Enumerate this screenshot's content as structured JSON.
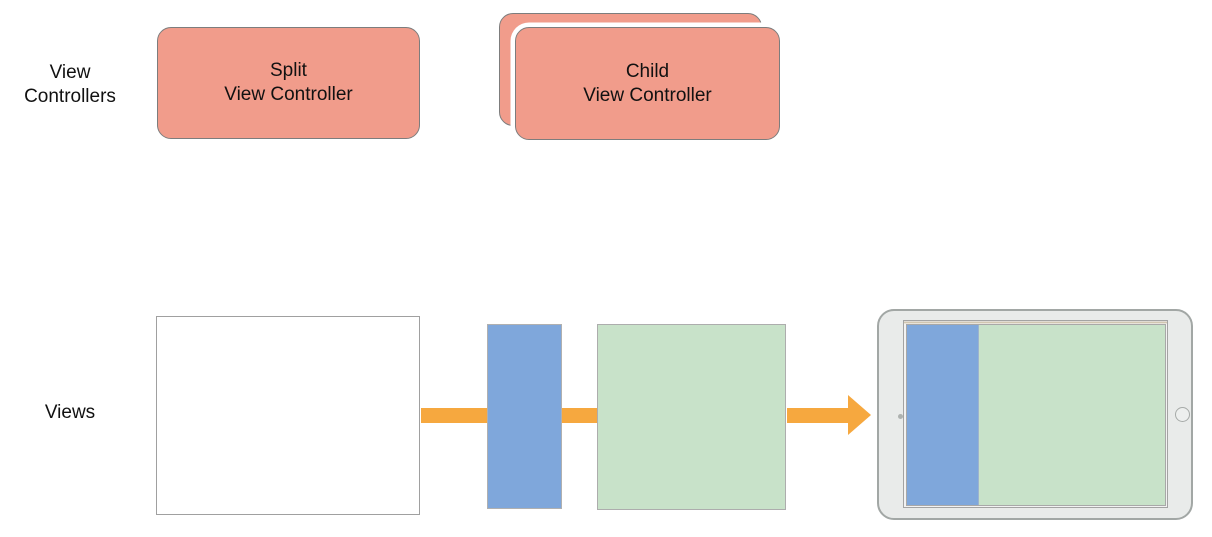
{
  "labels": {
    "view_controllers": "View\nControllers",
    "views": "Views"
  },
  "boxes": {
    "split_vc": "Split\nView Controller",
    "child_vc": "Child\nView Controller"
  },
  "colors": {
    "controller_fill": "#F19C8B",
    "controller_border": "#7D7D7D",
    "sidebar_blue": "#7FA7DB",
    "sidebar_blue_border": "#B0B0B0",
    "content_green": "#C8E2C9",
    "content_green_border": "#ADADAD",
    "arrow_orange": "#F6A83F",
    "white_view_border": "#A0A0A0",
    "device_body": "#E9EBEA",
    "device_border": "#A2A7A5"
  }
}
